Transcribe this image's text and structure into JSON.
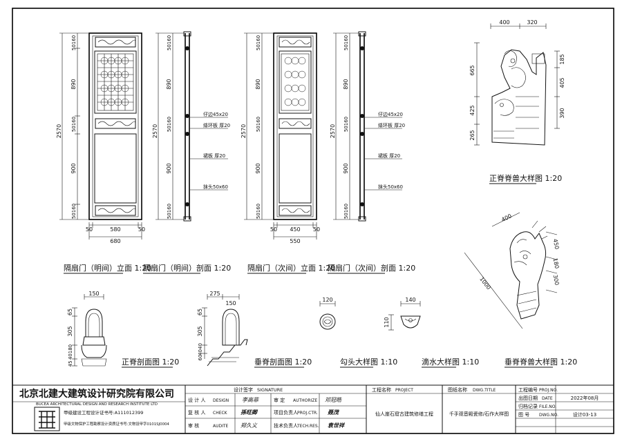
{
  "views": {
    "door_ming_elev": "隔扇门（明间）立面 1:20",
    "door_ming_sec": "隔扇门（明间）剖面 1:20",
    "door_ci_elev": "隔扇门（次间）立面 1:20",
    "door_ci_sec": "隔扇门（次间）剖面 1:20",
    "ridge_beast": "正脊脊兽大样图 1:20",
    "ridge_section": "正脊剖面图 1:20",
    "hip_section": "垂脊剖面图 1:20",
    "goutou": "勾头大样图 1:10",
    "dishui": "滴水大样图 1:10",
    "hip_beast": "垂脊脊兽大样图 1:20"
  },
  "dims": {
    "total_h": "2570",
    "seg_a": "50160",
    "seg_b": "890",
    "seg_c": "50160",
    "seg_d": "900",
    "seg_e": "50160",
    "seg_f": "50",
    "w_ming_side": "50",
    "w_ming_mid": "580",
    "w_ming_total": "680",
    "w_ci_mid": "450",
    "w_ci_total": "550",
    "beast_w1": "400",
    "beast_w2": "320",
    "beast_h1": "665",
    "beast_h2": "425",
    "beast_h3": "265",
    "beast_r1": "185",
    "beast_r2": "405",
    "beast_r3": "390",
    "hip_w": "400",
    "hip_d1": "450",
    "hip_d2": "180",
    "hip_d3": "300",
    "hip_len": "1000",
    "rs_w": "150",
    "rs_h1": "65",
    "rs_h2": "305",
    "rs_h3": "40180",
    "rs_h4": "45",
    "hs_w1": "275",
    "hs_w2": "150",
    "hs_h1": "65",
    "hs_h2": "305",
    "hs_h3": "4040",
    "hs_h4": "60",
    "gt_w": "120",
    "ds_w": "140",
    "ds_h": "110"
  },
  "notes": {
    "n1": "仔边45x20",
    "n2": "绦环板 厚20",
    "n3": "裙板 厚20",
    "n4": "抹头50x60"
  },
  "titleblock": {
    "company_cn": "北京北建大建筑设计研究院有限公司",
    "company_en": "BUCEA ARCHITECTURAL DESIGN AND RESEARCH INSTITUTE LTD",
    "cert1": "甲级建设工程设计证书号:A111012399",
    "cert2": "甲级文物保护工程勘察设计资质证书号:文物设甲字0101SJ0004",
    "sig_header_cn": "设计签字",
    "sig_header_en": "SIGNATURE",
    "design_cn": "设 计 人",
    "design_en": "DESIGN",
    "design_sig": "李高菲",
    "check_cn": "复 核 人",
    "check_en": "CHECK",
    "check_sig": "孫旺卿",
    "audit_cn": "审 核",
    "audit_en": "AUDITE",
    "audit_sig": "郑久义",
    "authorize_cn": "审 定",
    "authorize_en": "AUTHORIZE",
    "authorize_sig": "邓冠皓",
    "projctr_cn": "项目负责人",
    "projctr_en": "PROJ.CTR.",
    "projctr_sig": "聂茂",
    "techres_cn": "技术负责人",
    "techres_en": "TECH.RES.",
    "techres_sig": "袁世祥",
    "project_label_cn": "工程名称",
    "project_label_en": "PROJECT",
    "project_name": "仙人崖石窟古建筑修缮工程",
    "dwg_label_cn": "图纸名称",
    "dwg_label_en": "DWG.TITLE",
    "dwg_name": "千手观音殿瓷修/石作大样图",
    "projno_label_cn": "工程编号",
    "projno_label_en": "PROJ.NO.",
    "date_label_cn": "出图日期",
    "date_label_en": "DATE",
    "date_value": "2022年08月",
    "file_label_cn": "归档记录",
    "file_label_en": "FILE.NO.",
    "dwgno_label_cn": "图 号",
    "dwgno_label_en": "DWG.NO.",
    "dwgno_value": "设计03-13"
  }
}
